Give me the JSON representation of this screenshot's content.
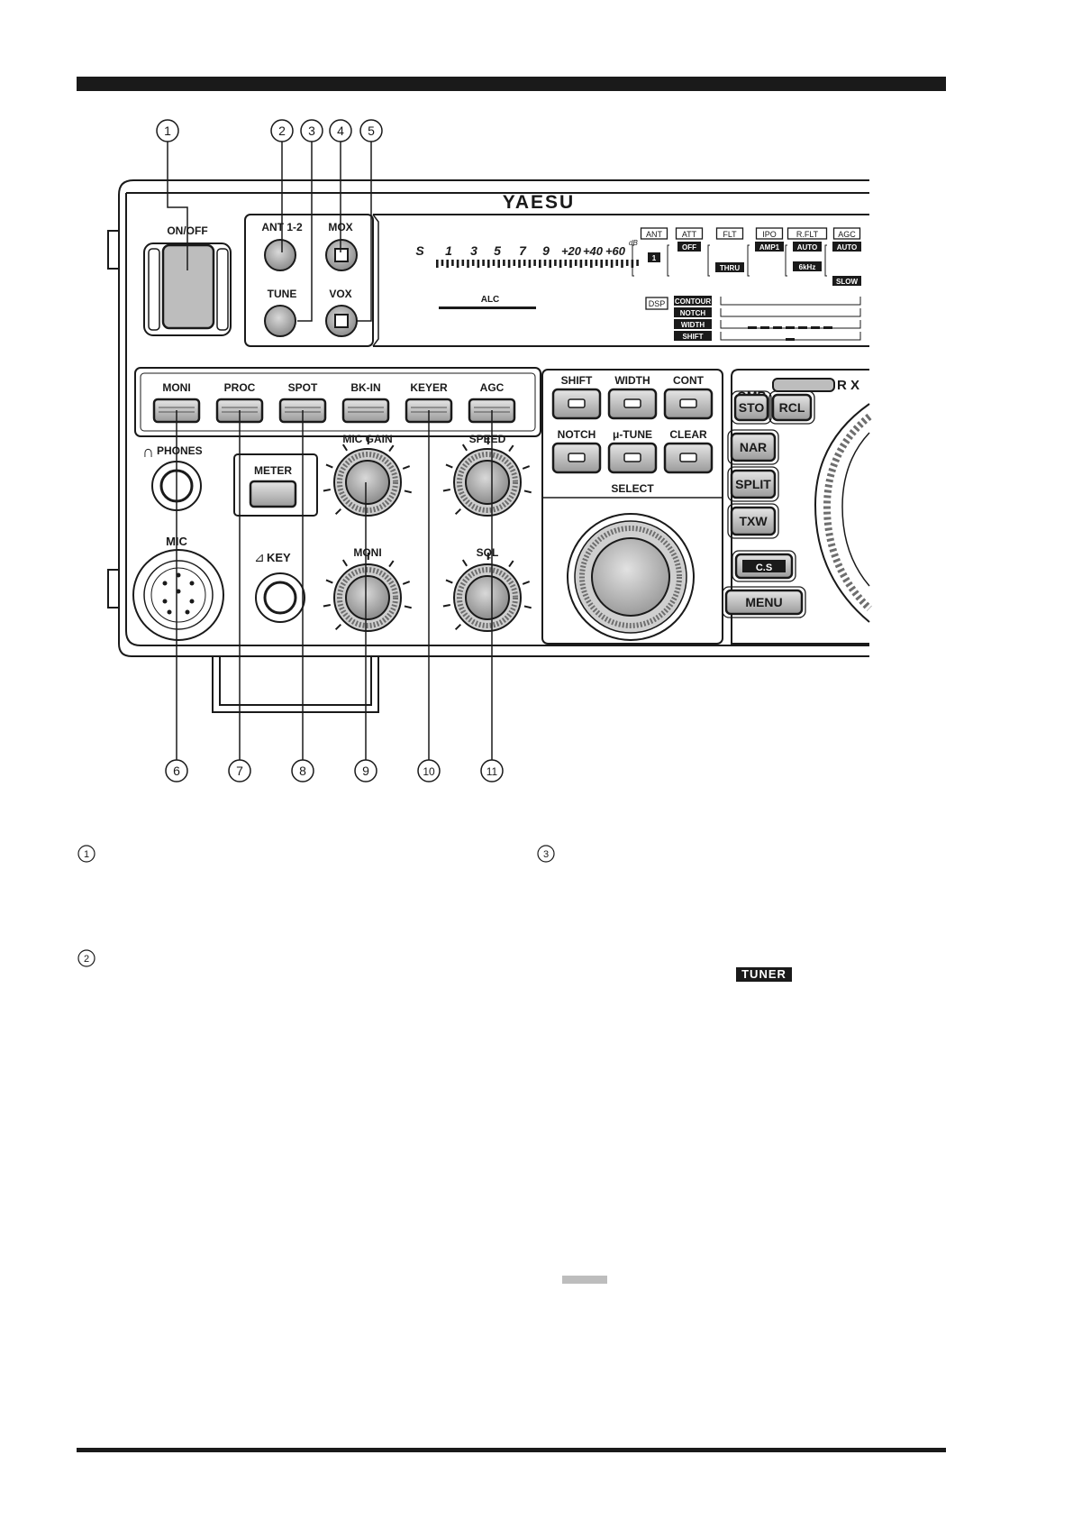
{
  "brand": "YAESU",
  "callouts": [
    "1",
    "2",
    "3",
    "4",
    "5",
    "6",
    "7",
    "8",
    "9",
    "10",
    "11"
  ],
  "buttons": {
    "on_off": "ON/OFF",
    "ant12": "ANT 1-2",
    "mox": "MOX",
    "tune": "TUNE",
    "vox": "VOX",
    "moni": "MONI",
    "proc": "PROC",
    "spot": "SPOT",
    "bkin": "BK-IN",
    "keyer": "KEYER",
    "agc": "AGC",
    "meter": "METER",
    "shift": "SHIFT",
    "width": "WIDTH",
    "cont": "CONT",
    "notch": "NOTCH",
    "utune": "μ-TUNE",
    "clear": "CLEAR",
    "select": "SELECT",
    "qmb": "QMB",
    "rx": "R X",
    "sto": "STO",
    "rcl": "RCL",
    "nar": "NAR",
    "split": "SPLIT",
    "txw": "TXW",
    "cs": "C.S",
    "menu": "MENU"
  },
  "jacks": {
    "phones": "PHONES",
    "mic": "MIC",
    "key": "KEY"
  },
  "knobs": {
    "mic_gain": "MIC GAIN",
    "speed": "SPEED",
    "moni": "MONI",
    "sql": "SQL"
  },
  "display": {
    "s_scale": [
      "S",
      "1",
      "3",
      "5",
      "7",
      "9",
      "+20",
      "+40",
      "+60"
    ],
    "db": "dB",
    "alc": "ALC",
    "dsp": "DSP",
    "dsp_rows": [
      "CONTOUR",
      "NOTCH",
      "WIDTH",
      "SHIFT"
    ],
    "status": [
      {
        "label": "ANT",
        "values": [
          "1"
        ]
      },
      {
        "label": "ATT",
        "values": [
          "OFF"
        ]
      },
      {
        "label": "FLT",
        "values": [
          "THRU"
        ]
      },
      {
        "label": "IPO",
        "values": [
          "AMP1"
        ]
      },
      {
        "label": "R.FLT",
        "values": [
          "AUTO",
          "6kHz"
        ]
      },
      {
        "label": "AGC",
        "values": [
          "AUTO",
          "SLOW"
        ]
      }
    ]
  },
  "tuner_indicator": "TUNER"
}
